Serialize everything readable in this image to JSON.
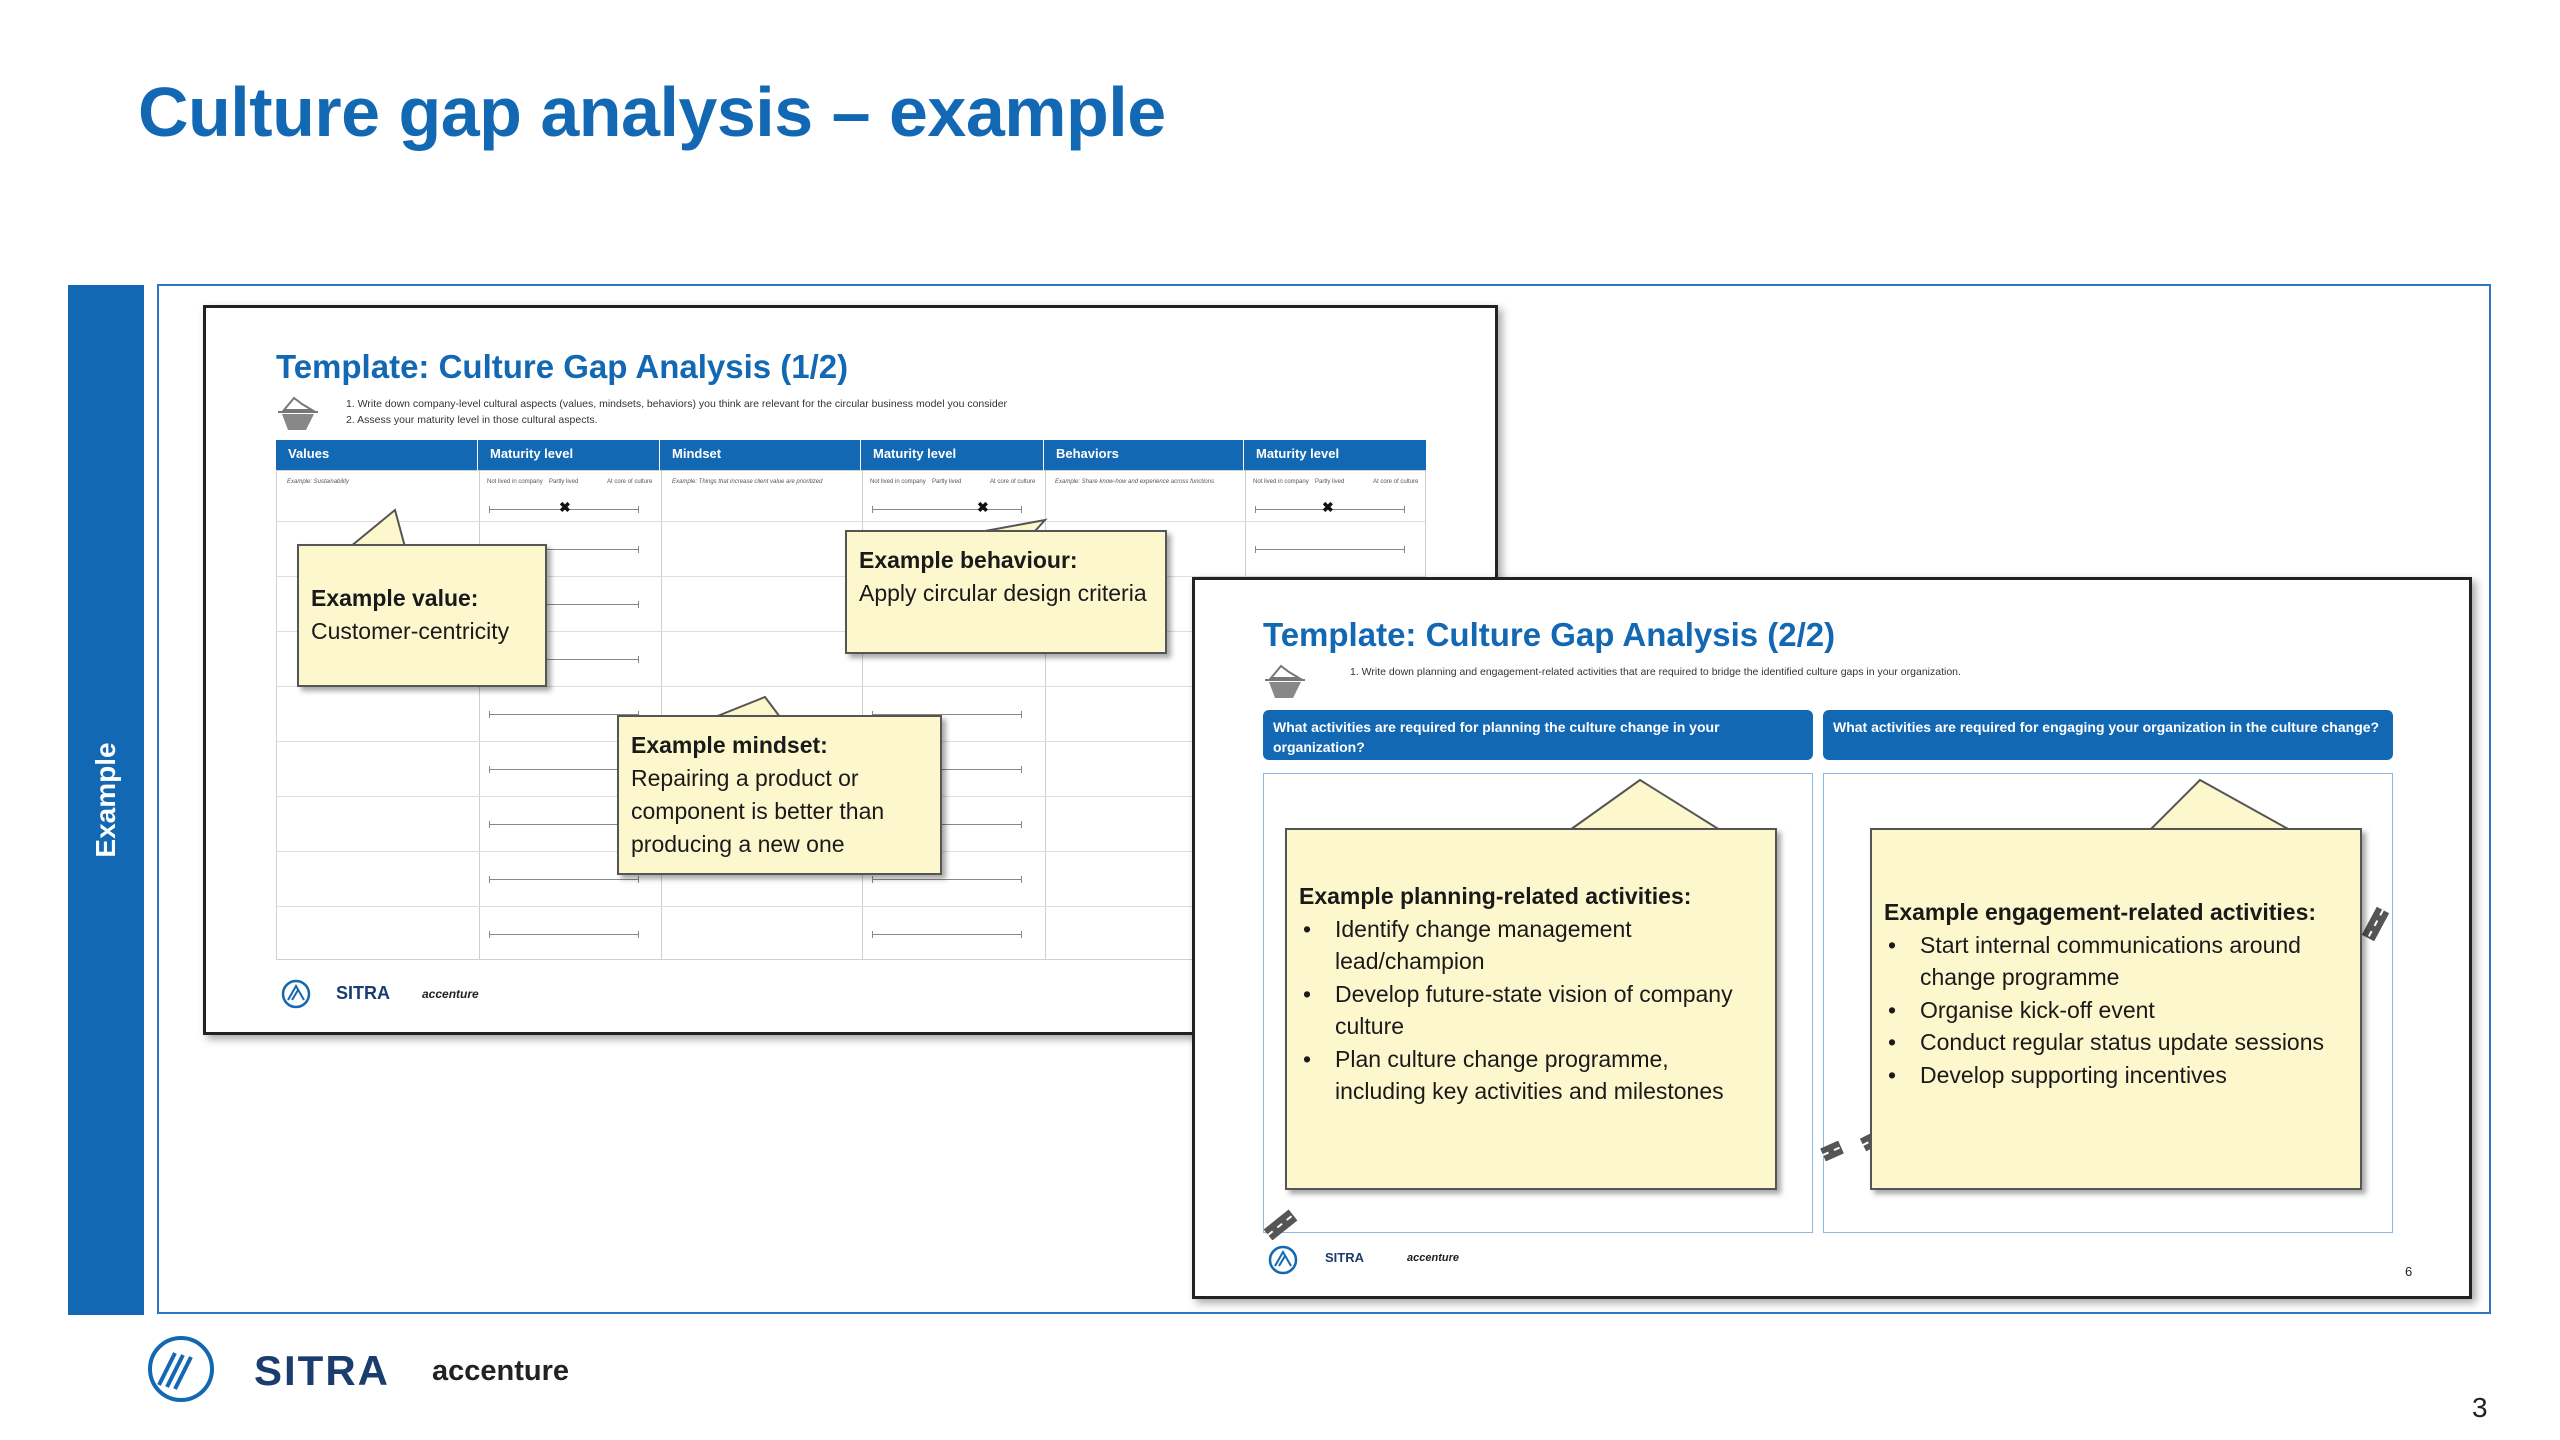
{
  "title": "Culture gap analysis – example",
  "side_label": "Example",
  "page_number": "3",
  "footer": {
    "sitra": "SITRA",
    "accenture": "accenture"
  },
  "slide1": {
    "title": "Template: Culture Gap Analysis (1/2)",
    "instructions": [
      "1.   Write down company-level cultural aspects (values, mindsets, behaviors) you think are relevant for the circular business model you consider",
      "2.   Assess your maturity level in those cultural aspects."
    ],
    "columns": [
      "Values",
      "Maturity level",
      "Mindset",
      "Maturity level",
      "Behaviors",
      "Maturity level"
    ],
    "example_value_cell": "Example: Sustainability",
    "example_mindset_cell": "Example: Things that increase client value are prioritized",
    "example_behavior_cell": "Example: Share know-how and experience across functions",
    "scale_labels": [
      "Not lived in company",
      "Partly lived",
      "At core of culture"
    ],
    "callout_value": {
      "heading": "Example value:",
      "text": "Customer-centricity"
    },
    "callout_behaviour": {
      "heading": "Example behaviour:",
      "text": "Apply circular design criteria"
    },
    "callout_mindset": {
      "heading": "Example mindset:",
      "text": "Repairing a product or component is better than producing a new one"
    },
    "footer_sitra": "SITRA",
    "footer_accenture": "accenture"
  },
  "slide2": {
    "title": "Template: Culture Gap Analysis (2/2)",
    "instruction": "1.   Write down planning and engagement-related activities that are required to bridge the identified culture gaps in your organization.",
    "question_planning": "What activities are required for planning the culture change in your organization?",
    "question_engaging": "What activities are required for engaging  your organization in the culture change?",
    "planning": {
      "heading": "Example planning-related activities:",
      "items": [
        "Identify change management lead/champion",
        "Develop future-state vision of company culture",
        "Plan culture change programme, including key activities and milestones"
      ]
    },
    "engagement": {
      "heading": "Example engagement-related activities:",
      "items": [
        "Start internal communications around change programme",
        "Organise kick-off event",
        "Conduct regular status update sessions",
        "Develop supporting incentives"
      ]
    },
    "page_number": "6",
    "footer_sitra": "SITRA",
    "footer_accenture": "accenture"
  },
  "colors": {
    "brand_blue": "#1368b3",
    "callout_fill": "#fdf7cd"
  }
}
